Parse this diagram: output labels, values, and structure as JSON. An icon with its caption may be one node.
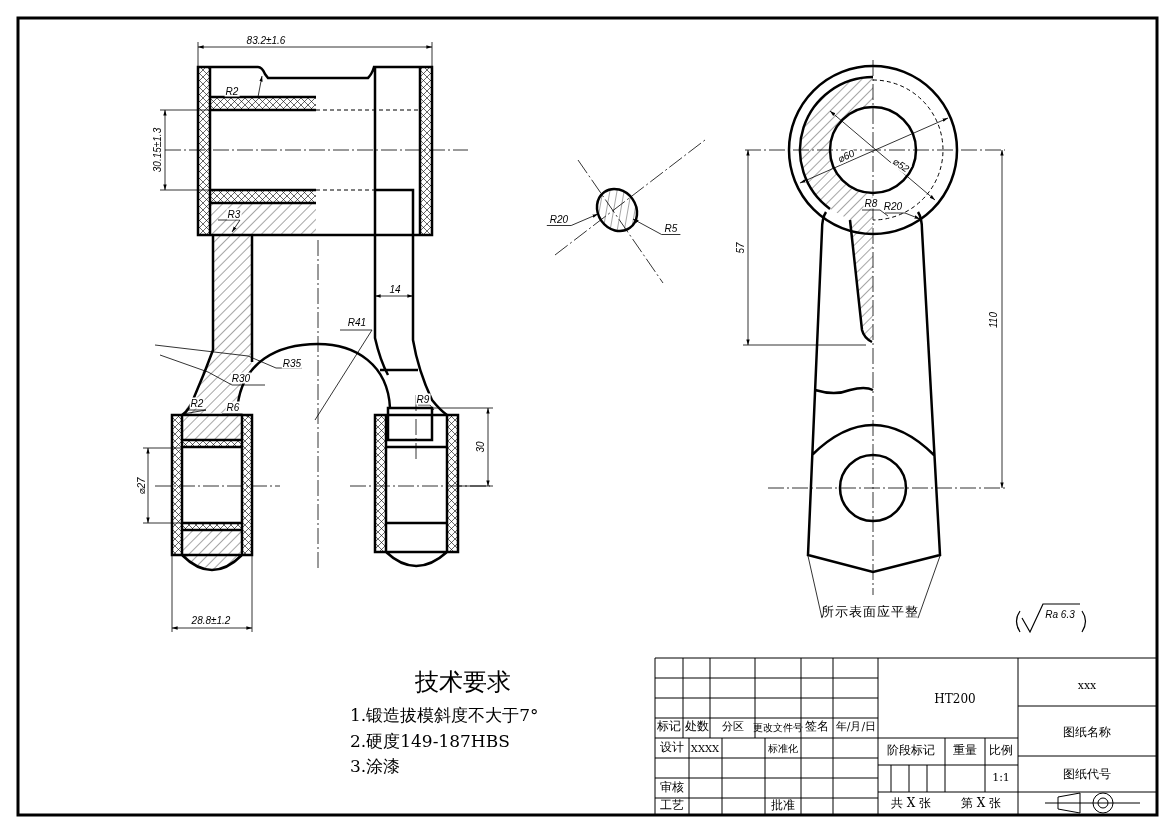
{
  "diagram": {
    "nodes": [
      {
        "text": [
          "R20"
        ]
      },
      {
        "text": [
          "R5"
        ]
      },
      {
        "text": [
          "所示表面应平整"
        ]
      }
    ],
    "edges": [
      {
        "from": 0,
        "to": null,
        "arrow": "to"
      },
      {
        "from": 1,
        "to": null,
        "arrow": "to"
      },
      {
        "from": 2,
        "to": null,
        "arrow": "none"
      },
      {
        "from": 2,
        "to": null,
        "arrow": "none"
      }
    ],
    "labels": [
      "83.2±1.6",
      "R2",
      "30.15±1.3",
      "R3",
      "⌀60",
      "⌀52",
      "57",
      "R8",
      "R20",
      "14",
      "110",
      "R41",
      "R35",
      "R30",
      "R2",
      "R6",
      "R9",
      "30",
      "⌀27",
      "28.8±1.2",
      "Ra 6.3",
      "技术要求",
      "1.锻造拔模斜度不大于7°",
      "2.硬度149-187HBS",
      "3.涂漆",
      "HT200",
      "xxx",
      "标记",
      "处数",
      "分区",
      "更改文件号",
      "签名",
      "年/月/日",
      "图纸名称",
      "设计",
      "XXXX",
      "标准化",
      "阶段标记",
      "重量",
      "比例",
      "1:1",
      "图纸代号",
      "审核",
      "工艺",
      "批准",
      "共 X 张",
      "第 X 张"
    ]
  }
}
